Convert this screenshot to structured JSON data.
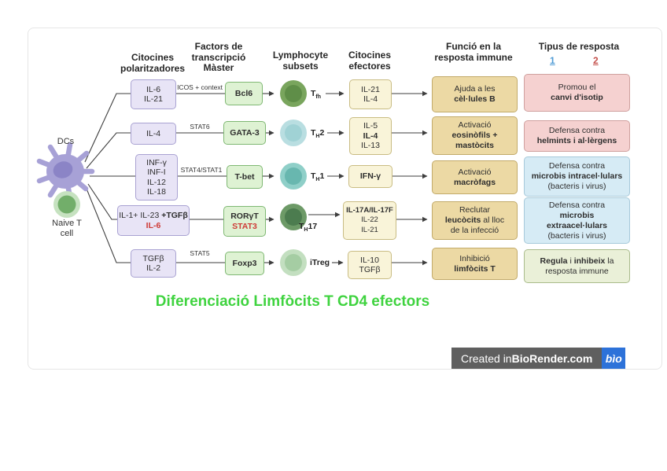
{
  "columns": {
    "c1": {
      "l1": "Citocines",
      "l2": "polaritzadores"
    },
    "c2": {
      "l1": "Factors de",
      "l2": "transcripció",
      "l3": "Màster"
    },
    "c3": {
      "l1": "Lymphocyte",
      "l2": "subsets"
    },
    "c4": {
      "l1": "Citocines",
      "l2": "efectores"
    },
    "c5": {
      "l1": "Funció en la",
      "l2": "resposta immune"
    },
    "c6": {
      "title": "Tipus de resposta",
      "n1": "1",
      "n2": "2"
    }
  },
  "left": {
    "dcs": "DCs",
    "naive1": "Naive T",
    "naive2": "cell"
  },
  "rows": [
    {
      "pol1": "IL-6",
      "pol2": "IL-21",
      "pathway": "ICOS + context",
      "tf1": "Bcl6",
      "sub_base": "T",
      "sub_sub": "fh",
      "sub_suffix": "",
      "eff1": "IL-21",
      "eff2": "IL-4",
      "fun1": "Ajuda a les",
      "fun2": "cèl·lules B",
      "tip1": "Promou el",
      "tip2": "canvi d'isotip"
    },
    {
      "pol1": "IL-4",
      "pathway": "STAT6",
      "tf1": "GATA-3",
      "sub_base": "T",
      "sub_sub": "H",
      "sub_suffix": "2",
      "eff1": "IL-5",
      "eff2": "IL-4",
      "eff3": "IL-13",
      "fun1": "Activació",
      "fun2": "eosinòfils +",
      "fun3": "mastòcits",
      "tip1": "Defensa contra",
      "tip2": "helmints i al·lèrgens"
    },
    {
      "pol1": "INF-γ",
      "pol2": "INF-I",
      "pol3": "IL-12",
      "pol4": "IL-18",
      "pathway": "STAT4/STAT1",
      "tf1": "T-bet",
      "sub_base": "T",
      "sub_sub": "H",
      "sub_suffix": "1",
      "eff1": "IFN-γ",
      "fun1": "Activació",
      "fun2": "macròfags",
      "tip1": "Defensa contra",
      "tip2": "microbis intracel·lulars",
      "tip3": "(bacteris i virus)"
    },
    {
      "pol1a": "IL-1+ IL-23 ",
      "pol1b": "+TGFβ",
      "pol2": "IL-6",
      "tf1": "RORγT",
      "tf2": "STAT3",
      "sub_base": "T",
      "sub_sub": "H",
      "sub_suffix": "17",
      "eff1": "IL-17A/IL-17F",
      "eff2": "IL-22",
      "eff3": "IL-21",
      "fun1": "Reclutar",
      "fun2a": "leucòcits",
      "fun2b": " al lloc",
      "fun3": "de la infecció",
      "tip1": "Defensa contra",
      "tip2": "microbis",
      "tip3": "extraacel·lulars",
      "tip4": "(bacteris i virus)"
    },
    {
      "pol1": "TGFβ",
      "pol2": "IL-2",
      "pathway": "STAT5",
      "tf1": "Foxp3",
      "sub_base": "iTreg",
      "sub_sub": "",
      "sub_suffix": "",
      "eff1": "IL-10",
      "eff2": "TGFβ",
      "fun1": "Inhibició",
      "fun2": "limfòcits T",
      "tip1a": "Regula",
      "tip1b": " i ",
      "tip1c": "inhibeix",
      "tip1d": " la",
      "tip2": "resposta immune"
    }
  ],
  "title": "Diferenciació Limfòcits T CD4 efectors",
  "badge": {
    "prefix": "Created in ",
    "brand": "BioRender.com",
    "logo": "bìo"
  },
  "colors": {
    "title_green": "#3fd33f",
    "highlight_red": "#cf3b37",
    "num1_blue": "#4f9bd5",
    "num2_red": "#c4504b",
    "badge_gray": "#5f5f5f",
    "badge_blue": "#2d72d9",
    "polarizing_box": "#e8e4f6",
    "tf_box": "#def2d3",
    "effector_box": "#f9f4d9",
    "funcio_box": "#ecd9a4",
    "tipus_pink": "#f5d1d0",
    "tipus_blue": "#d6ebf5",
    "tipus_green": "#eaf0d8",
    "cell_tfh": "#79a55d",
    "cell_th2": "#b9dee1",
    "cell_th1": "#8fcfc8",
    "cell_th17": "#6d9a67",
    "cell_itreg": "#c3dfc0",
    "dc_purple": "#a7a1d6",
    "naive_green": "#72ae6a"
  }
}
